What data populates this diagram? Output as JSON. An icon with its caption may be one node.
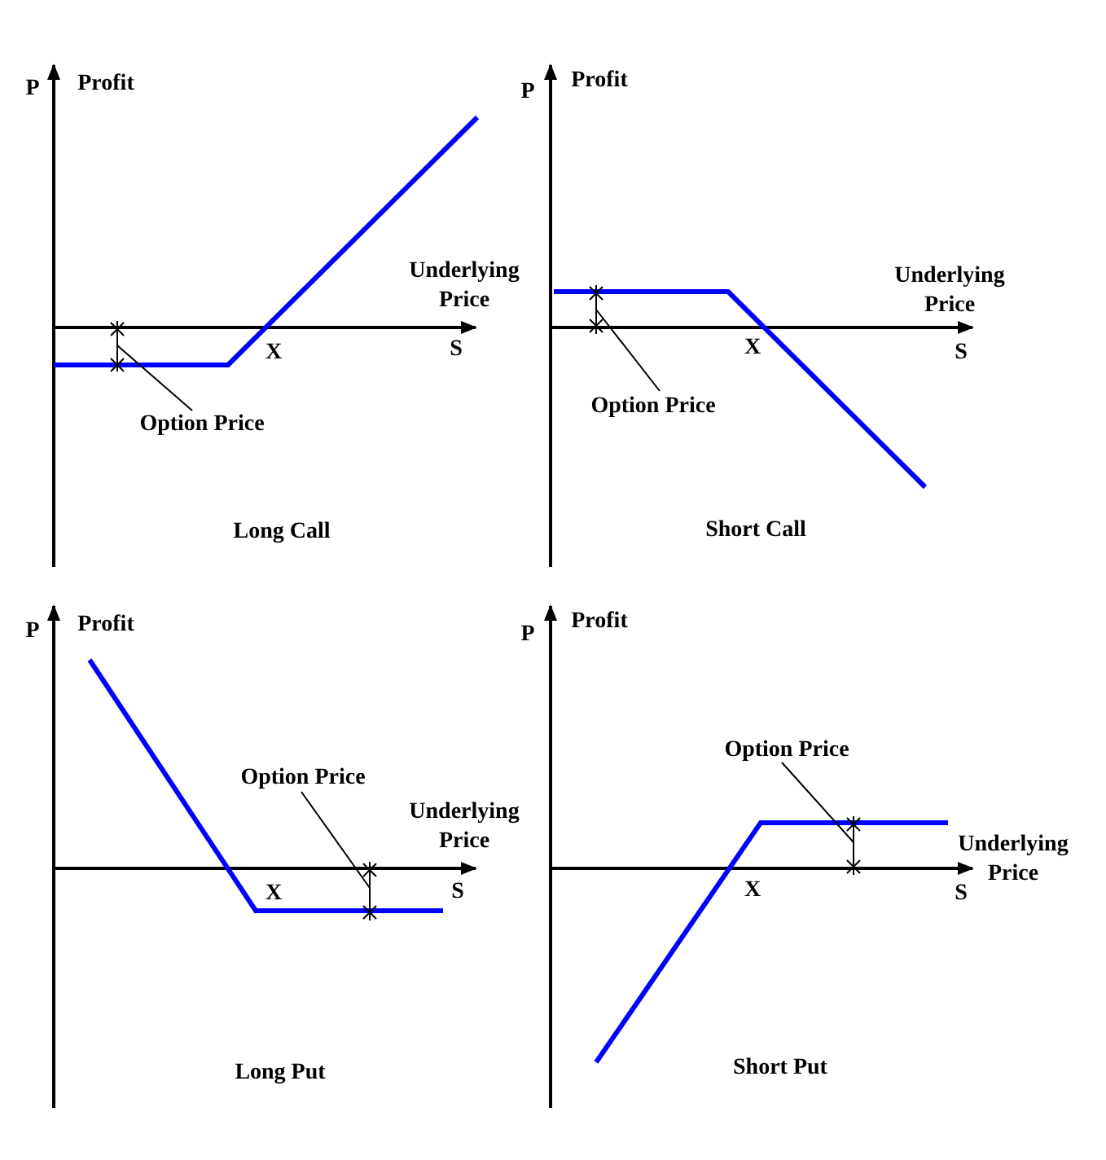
{
  "diagram": {
    "nodes": [
      {
        "text": [
          "Option Price"
        ]
      },
      {
        "text": [
          "Option Price"
        ]
      },
      {
        "text": [
          "Option Price"
        ]
      },
      {
        "text": [
          "Option Price"
        ]
      }
    ],
    "edges": [
      {
        "from": 0,
        "to": null,
        "arrow": "none"
      },
      {
        "from": 1,
        "to": null,
        "arrow": "none"
      },
      {
        "from": 2,
        "to": null,
        "arrow": "none"
      },
      {
        "from": 3,
        "to": null,
        "arrow": "none"
      }
    ],
    "labels": [
      "P",
      "Profit",
      "Underlying Price",
      "X",
      "S",
      "Long Call",
      "P",
      "Profit",
      "Underlying Price",
      "X",
      "S",
      "Short Call",
      "P",
      "Profit",
      "Underlying Price",
      "X",
      "S",
      "Long Put",
      "P",
      "Profit",
      "Underlying Price",
      "X",
      "S",
      "Short Put"
    ]
  }
}
